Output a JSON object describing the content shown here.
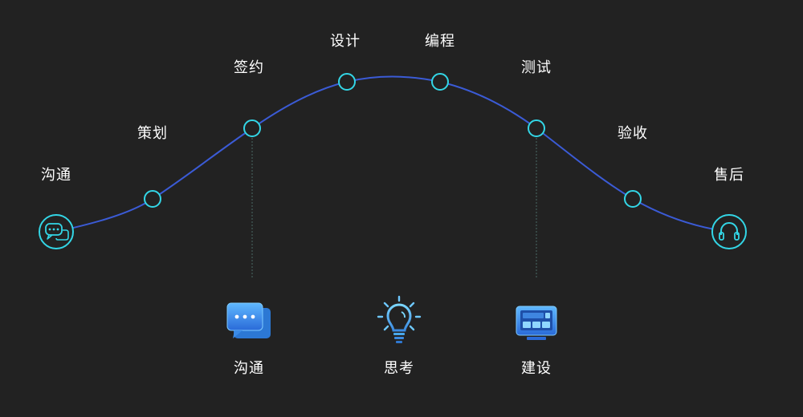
{
  "colors": {
    "background": "#222222",
    "curve": "#3b5bd6",
    "node_stroke": "#33d6e6",
    "node_fill": "#222222",
    "dashed_line": "#4a6a66",
    "label": "#ffffff"
  },
  "stages": [
    {
      "label": "沟通",
      "end_icon": "chat-bubbles-icon"
    },
    {
      "label": "策划"
    },
    {
      "label": "签约"
    },
    {
      "label": "设计"
    },
    {
      "label": "编程"
    },
    {
      "label": "测试"
    },
    {
      "label": "验收"
    },
    {
      "label": "售后",
      "end_icon": "headphones-icon"
    }
  ],
  "bottom_items": [
    {
      "label": "沟通",
      "icon": "chat-window-icon"
    },
    {
      "label": "思考",
      "icon": "lightbulb-icon"
    },
    {
      "label": "建设",
      "icon": "monitor-icon"
    }
  ]
}
